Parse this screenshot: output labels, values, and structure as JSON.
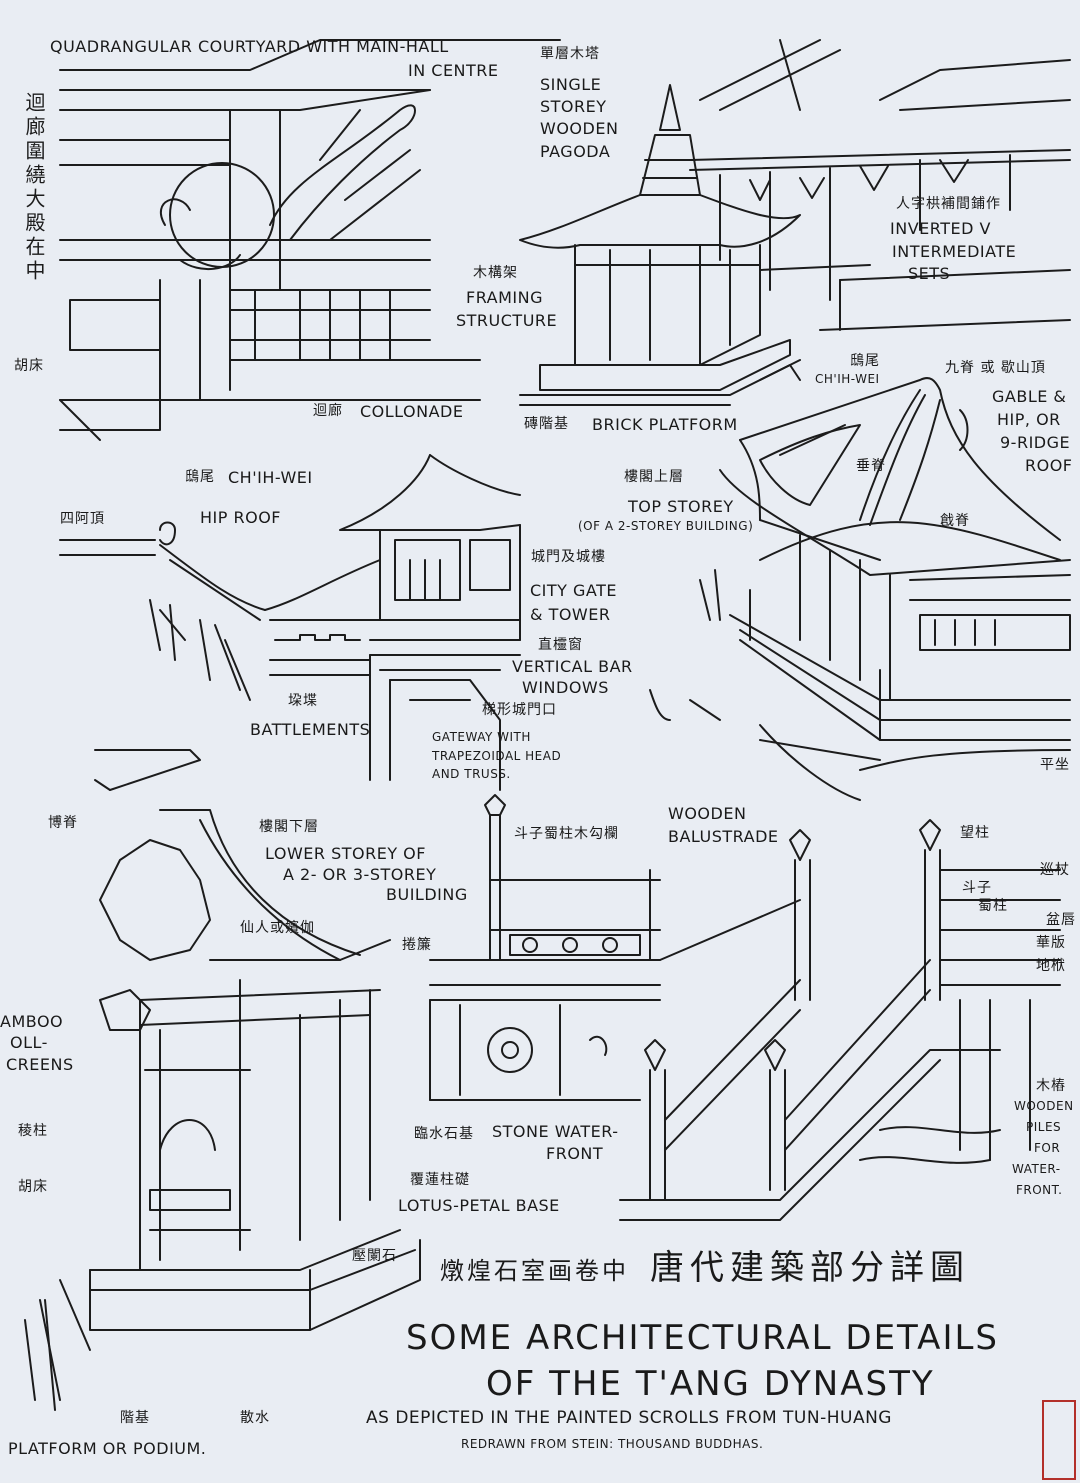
{
  "labels": {
    "quad_courtyard": "QUADRANGULAR COURTYARD WITH MAIN-HALL",
    "in_centre": "IN CENTRE",
    "vertical_zh": "迴廊圍繞大殿在中",
    "hu_chuang_top": "胡床",
    "collonade_zh": "迴廊",
    "collonade": "COLLONADE",
    "pagoda_zh": "單層木塔",
    "pagoda_1": "SINGLE",
    "pagoda_2": "STOREY",
    "pagoda_3": "WOODEN",
    "pagoda_4": "PAGODA",
    "framing_zh": "木構架",
    "framing_1": "FRAMING",
    "framing_2": "STRUCTURE",
    "brick_zh": "磚階基",
    "brick": "BRICK PLATFORM",
    "inverted_zh": "人字栱補間鋪作",
    "inverted_1": "INVERTED V",
    "inverted_2": "INTERMEDIATE",
    "inverted_3": "SETS",
    "chiwei_zh_r": "鴟尾",
    "chiwei_r": "CH'IH-WEI",
    "gable_zh": "九脊 或 歇山頂",
    "gable_1": "GABLE &",
    "gable_2": "HIP, OR",
    "gable_3": "9-RIDGE",
    "gable_4": "ROOF",
    "chuiji_zh": "垂脊",
    "qiangji_zh": "戧脊",
    "chiwei_zh_l": "鴟尾",
    "chiwei_l": "CH'IH-WEI",
    "hip_zh": "四阿頂",
    "hip": "HIP ROOF",
    "battlements_zh": "垜堞",
    "battlements": "BATTLEMENTS",
    "top_zh": "樓閣上層",
    "top_1": "TOP STOREY",
    "top_2": "(OF A 2-STOREY BUILDING)",
    "gate_zh": "城門及城樓",
    "gate_1": "CITY GATE",
    "gate_2": "& TOWER",
    "vbar_zh": "直欞窗",
    "vbar_1": "VERTICAL BAR",
    "vbar_2": "WINDOWS",
    "gateway_zh": "梯形城門口",
    "gateway_1": "GATEWAY WITH",
    "gateway_2": "TRAPEZOIDAL HEAD",
    "gateway_3": "AND TRUSS.",
    "pingzuo_zh": "平坐",
    "bo_ji_zh": "博脊",
    "lower_zh": "樓閣下層",
    "lower_1": "LOWER STOREY OF",
    "lower_2": "A 2- OR 3-STOREY",
    "lower_3": "BUILDING",
    "xianren_zh": "仙人或嬪伽",
    "lou_zh": "捲簾",
    "bamboo_1": "AMBOO",
    "bamboo_2": "OLL-",
    "bamboo_3": "CREENS",
    "lengzhu_zh": "稜柱",
    "huchuang_zh": "胡床",
    "lotus_zh": "覆蓮柱礎",
    "lotus": "LOTUS-PETAL BASE",
    "yalan_zh": "壓闌石",
    "platform_zh": "階基",
    "sanshui_zh": "散水",
    "platform": "PLATFORM OR PODIUM.",
    "doujie_zh": "斗子蜀柱木勾欄",
    "balustrade_1": "WOODEN",
    "balustrade_2": "BALUSTRADE",
    "stone_zh": "臨水石基",
    "stone_1": "STONE WATER-",
    "stone_2": "FRONT",
    "wangzhu_zh": "望柱",
    "xunzhang_zh": "巡杖",
    "douzi_zh": "斗子",
    "shuzhu_zh": "蜀柱",
    "pendi_zh": "盆唇",
    "huaban_zh": "華版",
    "difu_zh": "地栿",
    "muzhuang_zh": "木樁",
    "piles_1": "WOODEN",
    "piles_2": "PILES",
    "piles_3": "FOR",
    "piles_4": "WATER-",
    "piles_5": "FRONT."
  },
  "title": {
    "zh_small": "燉煌石室画卷中",
    "zh_big": "唐代建築部分詳圖",
    "line1": "SOME ARCHITECTURAL DETAILS",
    "line2": "OF THE T'ANG DYNASTY",
    "line3": "AS DEPICTED IN THE PAINTED SCROLLS FROM TUN-HUANG",
    "line4": "REDRAWN FROM STEIN: THOUSAND BUDDHAS."
  }
}
